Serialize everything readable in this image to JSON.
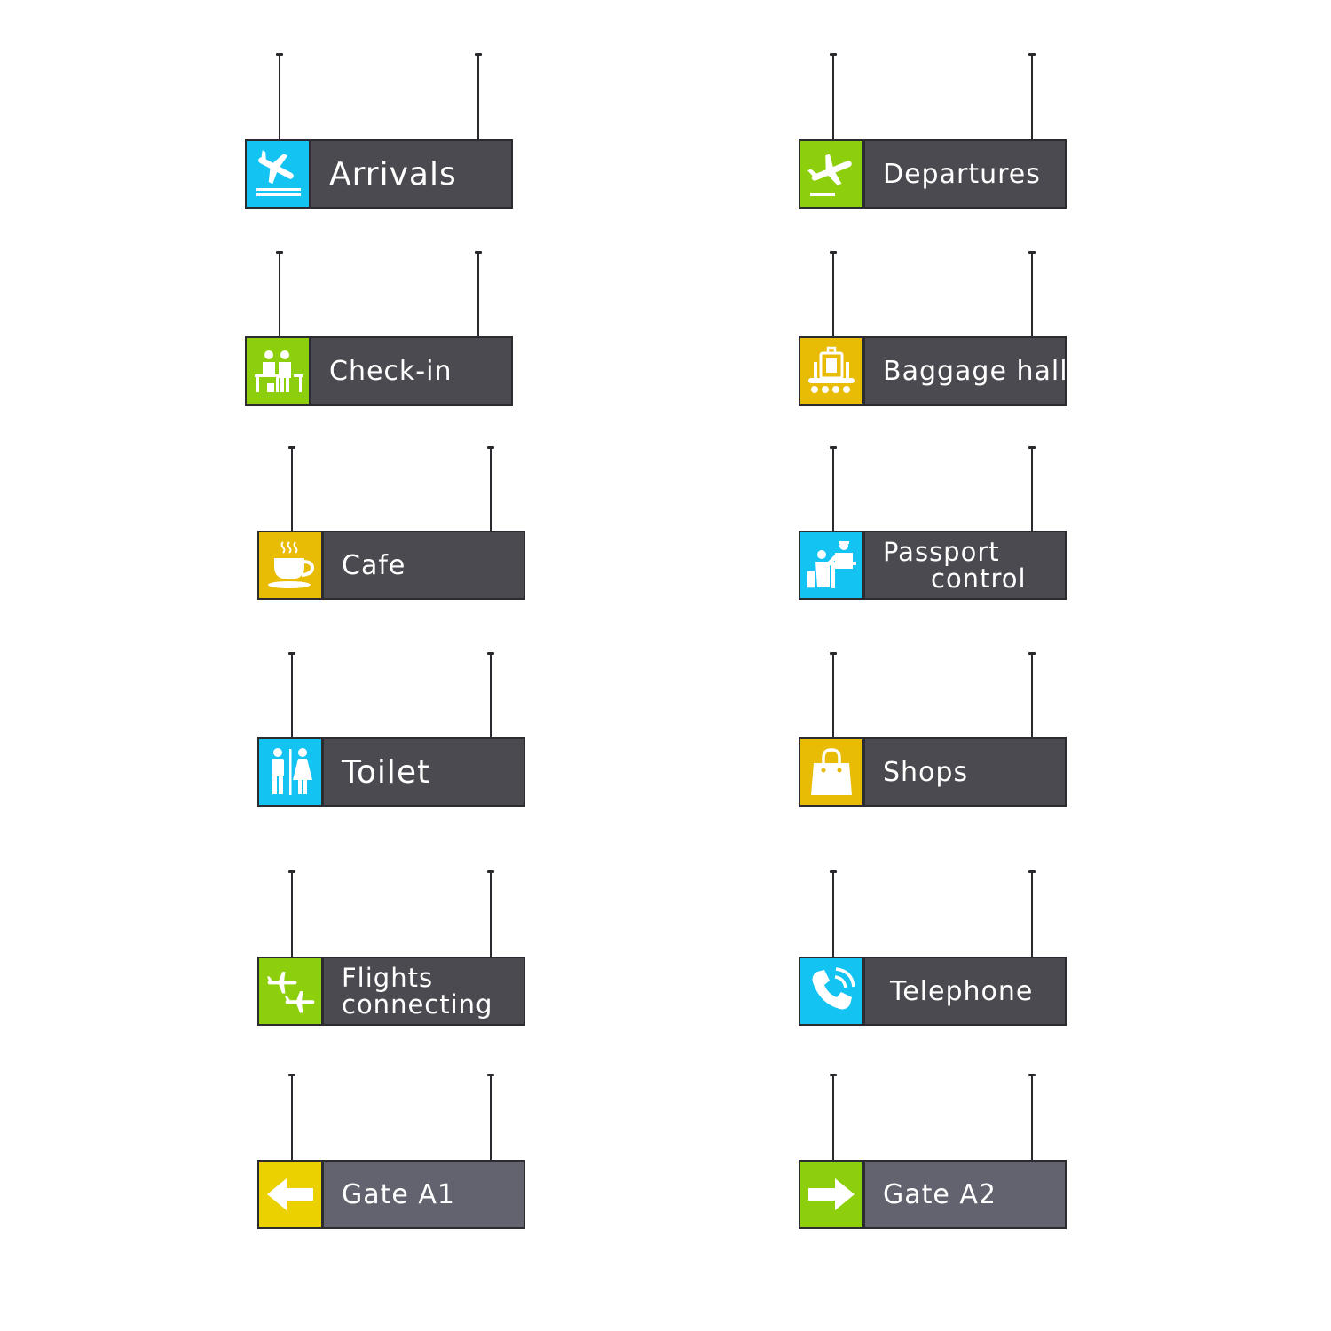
{
  "colors": {
    "blue": "#13c4f3",
    "green": "#8ecf0d",
    "yellow": "#e8bb05",
    "yellow_bright": "#ecd100",
    "panel": "#4a4a50",
    "panel_light": "#62636e",
    "frame": "#2b2b30"
  },
  "signs": [
    {
      "label": "Arrivals",
      "icon": "plane-landing-icon",
      "color": "blue"
    },
    {
      "label": "Departures",
      "icon": "plane-takeoff-icon",
      "color": "green"
    },
    {
      "label": "Check-in",
      "icon": "check-in-desk-icon",
      "color": "green"
    },
    {
      "label": "Baggage hall",
      "icon": "baggage-carousel-icon",
      "color": "yellow"
    },
    {
      "label": "Cafe",
      "icon": "coffee-cup-icon",
      "color": "yellow"
    },
    {
      "label_line1": "Passport",
      "label_line2": "control",
      "icon": "passport-control-icon",
      "color": "blue"
    },
    {
      "label": "Toilet",
      "icon": "toilet-icon",
      "color": "blue"
    },
    {
      "label": "Shops",
      "icon": "shopping-bag-icon",
      "color": "yellow"
    },
    {
      "label_line1": "Flights",
      "label_line2": "connecting",
      "icon": "connecting-flights-icon",
      "color": "green"
    },
    {
      "label": "Telephone",
      "icon": "telephone-icon",
      "color": "blue"
    },
    {
      "label": "Gate A1",
      "icon": "arrow-left-icon",
      "color": "yellow_bright"
    },
    {
      "label": "Gate A2",
      "icon": "arrow-right-icon",
      "color": "green"
    }
  ]
}
